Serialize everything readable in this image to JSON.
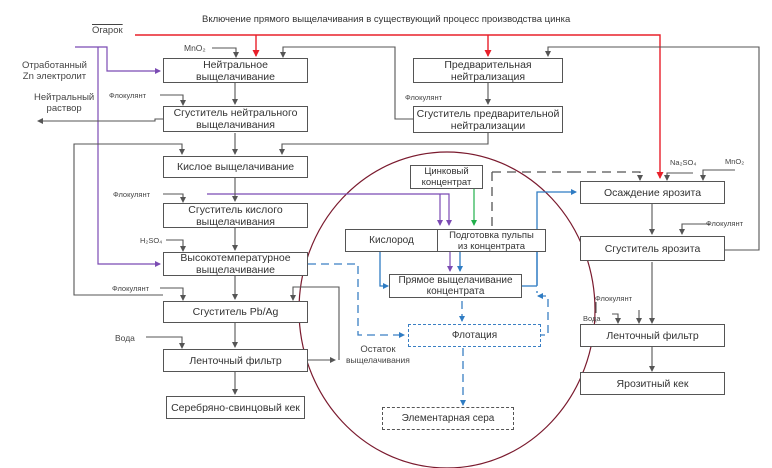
{
  "title": "Включение прямого выщелачивания в существующий процесс производства цинка",
  "colors": {
    "line": "#555555",
    "red": "#e8202a",
    "purple": "#7b4bb3",
    "green": "#22b04b",
    "blue": "#2f7cc3",
    "circle": "#7a1a2e"
  },
  "inputs": {
    "ogarok": "Огарок",
    "spent_electrolyte": [
      "Отработанный",
      "Zn электролит"
    ],
    "neutral_solution": [
      "Нейтральный",
      "раствор"
    ],
    "mno2_1": "MnO₂",
    "mno2_2": "MnO₂",
    "na2so4": "Na₂SO₄",
    "h2so4": "H₂SO₄",
    "flocculant": "Флокулянт",
    "water": "Вода",
    "leach_residue": [
      "Остаток",
      "выщелачивания"
    ]
  },
  "boxes": {
    "neutral_leach": [
      "Нейтральное",
      "выщелачивание"
    ],
    "neutral_thickener": [
      "Сгуститель нейтрального",
      "выщелачивания"
    ],
    "acid_leach": "Кислое выщелачивание",
    "acid_thickener": [
      "Сгуститель кислого",
      "выщелачивания"
    ],
    "ht_leach": [
      "Высокотемпературное",
      "выщелачивание"
    ],
    "pbag_thickener": "Сгуститель Pb/Ag",
    "belt_filter_left": "Ленточный фильтр",
    "silver_lead_cake": "Серебряно-свинцовый кек",
    "pre_neutralization": [
      "Предварительная",
      "нейтрализация"
    ],
    "pre_neutral_thickener": [
      "Сгуститель предварительной",
      "нейтрализации"
    ],
    "zinc_concentrate": [
      "Цинковый",
      "концентрат"
    ],
    "oxygen": "Кислород",
    "pulp_prep": [
      "Подготовка пульпы",
      "из концентрата"
    ],
    "direct_leach": [
      "Прямое выщелачивание",
      "концентрата"
    ],
    "flotation": "Флотация",
    "elemental_sulfur": "Элементарная сера",
    "jarosite_precip": "Осаждение ярозита",
    "jarosite_thickener": "Сгуститель ярозита",
    "belt_filter_right": "Ленточный фильтр",
    "jarosite_cake": "Ярозитный кек"
  }
}
